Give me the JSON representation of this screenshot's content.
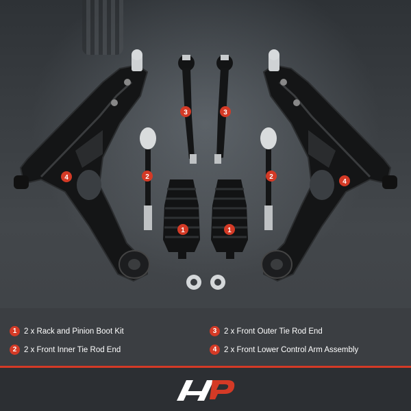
{
  "markers": {
    "1": "1",
    "2": "2",
    "3": "3",
    "4": "4"
  },
  "legend": [
    {
      "number": "1",
      "text": "2 x Rack and Pinion Boot Kit"
    },
    {
      "number": "2",
      "text": "2 x Front Inner Tie Rod End"
    },
    {
      "number": "3",
      "text": "2 x Front Outer Tie Rod End"
    },
    {
      "number": "4",
      "text": "2 x Front Lower Control Arm Assembly"
    }
  ],
  "colors": {
    "accent": "#d43a26",
    "background": "#3b3e42",
    "text": "#ffffff"
  },
  "logo": {
    "icon": "brand-logo-icon"
  }
}
